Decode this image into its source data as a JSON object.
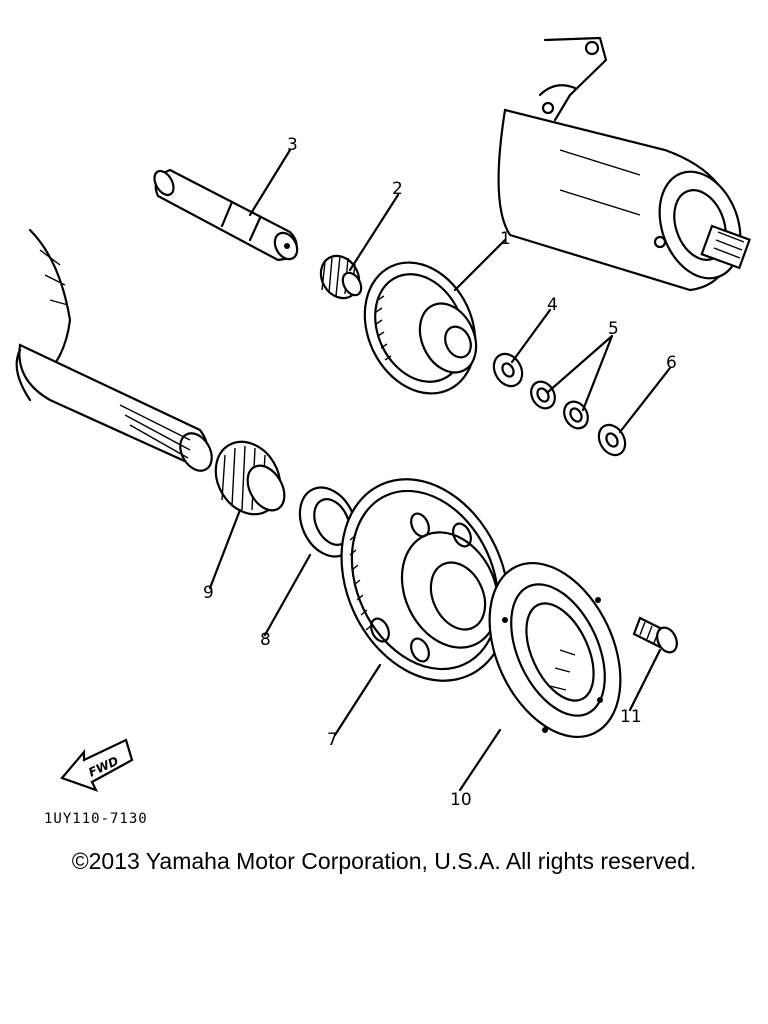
{
  "diagram": {
    "callouts": [
      "1",
      "2",
      "3",
      "4",
      "5",
      "6",
      "7",
      "8",
      "9",
      "10",
      "11"
    ],
    "fwd_label": "FWD",
    "drawing_code": "1UY110-7130"
  },
  "footer": {
    "copyright": "©2013 Yamaha Motor Corporation, U.S.A. All rights reserved."
  }
}
